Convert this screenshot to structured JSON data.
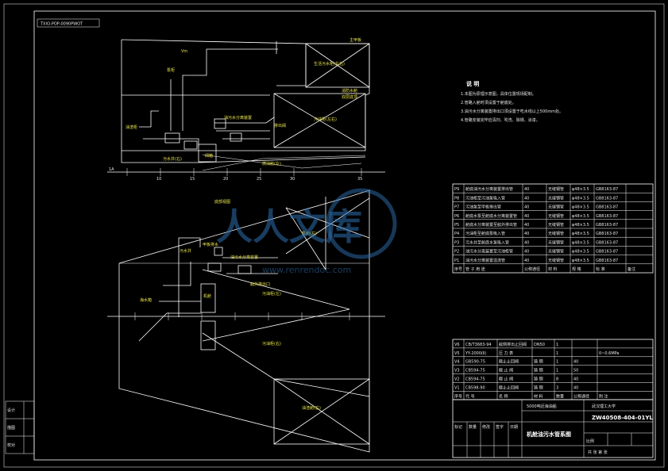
{
  "drawing_code": "TXIO-POP-0090PWOT",
  "colors": {
    "background": "#000000",
    "line": "#ffffff",
    "text": "#e6e6e6",
    "accent_yellow": "#e8e34a",
    "accent_green": "#a7d86b",
    "watermark": "#2d6fb0"
  },
  "top_view": {
    "labels": {
      "main_deck": "主甲板",
      "dim_vm": "Vm",
      "left_pump": "泵柜",
      "sewage_tank": "生活污水柜(左右)",
      "water_tank": "消防水舱",
      "tank_top": "双层底顶",
      "sep_label": "油污水分离装置",
      "disch_label": "排出阀",
      "sludge_tank": "污油柜(左右)",
      "small_tank": "油渣柜",
      "bilge_well": "污水井(右)",
      "sec_label": "阀箱",
      "fuel_tank": "燃油舱(左)"
    },
    "frames": [
      "1A",
      "10",
      "15",
      "20",
      "25",
      "30",
      "35"
    ]
  },
  "bottom_view": {
    "labels": {
      "title": "底部视图",
      "pump_room": "泵舱(左)",
      "deck_drain": "甲板排水",
      "bilge_well": "污水井",
      "separator": "油污水分离装置",
      "overboard": "舷外排出口",
      "drain_left": "污油柜(左)",
      "sea_chest": "海水箱",
      "machine": "机舱",
      "drain_right": "污油柜(右)",
      "sump_right": "油渣舱(右)"
    }
  },
  "notes": {
    "heading": "说  明",
    "items": [
      "1.本图为原理示意图，具体位置现场配制。",
      "2.管路入舱时须设置于舱底处。",
      "3.油污水分离装置排出口须设置于吃水线以上500mm处。",
      "4.管路安装完毕应清扫、吹洗、除锈、涂漆。"
    ]
  },
  "pipe_table": {
    "rows": [
      [
        "P9",
        "舱底油污水分离装置排出管",
        "40",
        "无缝钢管",
        "φ48×3.5",
        "GB8163-87"
      ],
      [
        "P8",
        "污油柜至污油泵吸入管",
        "40",
        "无缝钢管",
        "φ48×3.5",
        "GB8163-87"
      ],
      [
        "P7",
        "污油泵至甲板排出管",
        "40",
        "无缝钢管",
        "φ48×3.5",
        "GB8163-87"
      ],
      [
        "P6",
        "舱底水泵至舱底水分离装置管",
        "40",
        "无缝钢管",
        "φ48×3.5",
        "GB8163-87"
      ],
      [
        "P5",
        "舱底水分离装置至舷外排出管",
        "40",
        "无缝钢管",
        "φ48×3.5",
        "GB8163-87"
      ],
      [
        "P4",
        "污油柜至舱底泵吸入管",
        "40",
        "无缝钢管",
        "φ48×3.5",
        "GB8163-87"
      ],
      [
        "P3",
        "污水井至舱底水泵吸入管",
        "40",
        "无缝钢管",
        "φ48×3.5",
        "GB8163-87"
      ],
      [
        "P2",
        "油污水分离装置至污油柜管",
        "40",
        "无缝钢管",
        "φ48×3.5",
        "GB8163-87"
      ],
      [
        "P1",
        "油污水分离装置溢流管",
        "40",
        "无缝钢管",
        "φ48×3.5",
        "GB8163-87"
      ]
    ],
    "header": [
      "序号",
      "管 子 用 途",
      "公称通径",
      "材 料",
      "规 格",
      "标 准",
      "备注"
    ]
  },
  "valve_table": {
    "rows": [
      [
        "V6",
        "CB/T3683-94",
        "舷侧排出止回阀",
        "DN50",
        "1",
        "",
        ""
      ],
      [
        "V5",
        "YY-2000(Ⅱ)",
        "压 力 表",
        "",
        "1",
        "",
        "0~0.6MPa"
      ],
      [
        "V4",
        "GB590-75",
        "截止止回阀",
        "铸 钢",
        "1",
        "40",
        ""
      ],
      [
        "V3",
        "CB594-75",
        "截 止 阀",
        "铸 钢",
        "1",
        "50",
        ""
      ],
      [
        "V2",
        "CB594-75",
        "截 止 阀",
        "铸 钢",
        "8",
        "40",
        ""
      ],
      [
        "V1",
        "CB598-90",
        "截止止回阀",
        "铸 钢",
        "3",
        "40",
        ""
      ]
    ],
    "header": [
      "序号",
      "代 号",
      "名 称",
      "材 料",
      "数量",
      "公称通径",
      "附 注"
    ]
  },
  "title_block": {
    "project": "5000吨近海油船",
    "drawing_no": "ZW40508-404-01YL",
    "title": "机舱油污水管系图",
    "side_labels": [
      "设计",
      "描图",
      "校对"
    ],
    "bottom_left": [
      "标记",
      "数量",
      "修改",
      "签字",
      "日期"
    ],
    "scale_text": "比例",
    "sheet_text": "共  张  第  张",
    "school": "武汉理工大学"
  },
  "watermark": {
    "text": "人人文库",
    "url": "www.renrendoc.com"
  }
}
